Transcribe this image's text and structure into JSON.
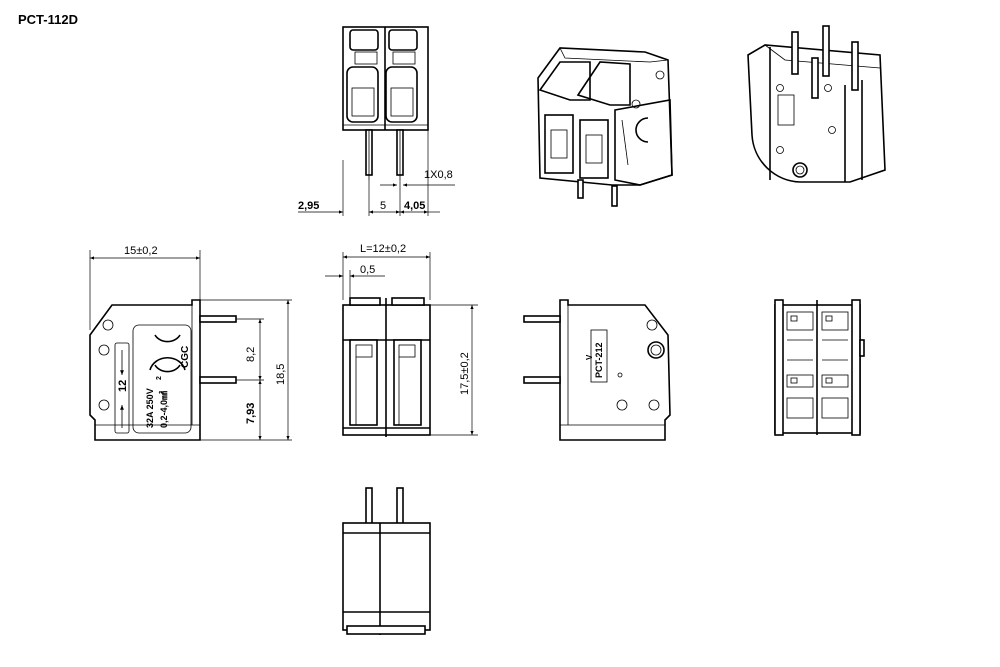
{
  "title": "PCT-112D",
  "dimensions": {
    "d_2_95": "2,95",
    "d_5": "5",
    "d_4_05": "4,05",
    "d_1x0_8": "1X0,8",
    "d_15": "15±0,2",
    "d_L12": "L=12±0,2",
    "d_0_5": "0,5",
    "d_8_2": "8,2",
    "d_18_5": "18,5",
    "d_7_93": "7,93",
    "d_17_5": "17,5±0,2"
  },
  "side_marking": {
    "pitch": "12",
    "rating": "32A 250V",
    "wire": "0,2-4,0㎟",
    "exp": "2",
    "brand": "CGC"
  },
  "back_marking": {
    "model": "PCT-212",
    "v": "V"
  }
}
